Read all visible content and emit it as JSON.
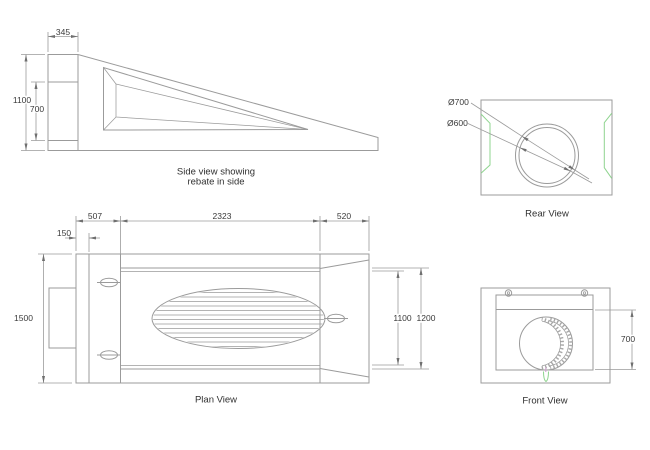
{
  "colors": {
    "background": "#ffffff",
    "line": "#9b9b9b",
    "dimension_text": "#3a3a3a",
    "green_highlight": "#8fd48f",
    "magenta_mark": "#cc99cc"
  },
  "side_view": {
    "caption_line1": "Side view showing",
    "caption_line2": "rebate in side",
    "dim_top_width": "345",
    "dim_total_height": "1100",
    "dim_rebate_height": "700"
  },
  "rear_view": {
    "caption": "Rear View",
    "dim_outer_diameter": "Ø700",
    "dim_inner_diameter": "Ø600"
  },
  "plan_view": {
    "caption": "Plan View",
    "dim_back_section": "507",
    "dim_body_length": "2323",
    "dim_toe_length": "520",
    "dim_wall_thickness": "150",
    "dim_overall_width": "1500",
    "dim_opening_width": "1100",
    "dim_outer_width": "1200"
  },
  "front_view": {
    "caption": "Front View",
    "dim_opening_height": "700"
  }
}
